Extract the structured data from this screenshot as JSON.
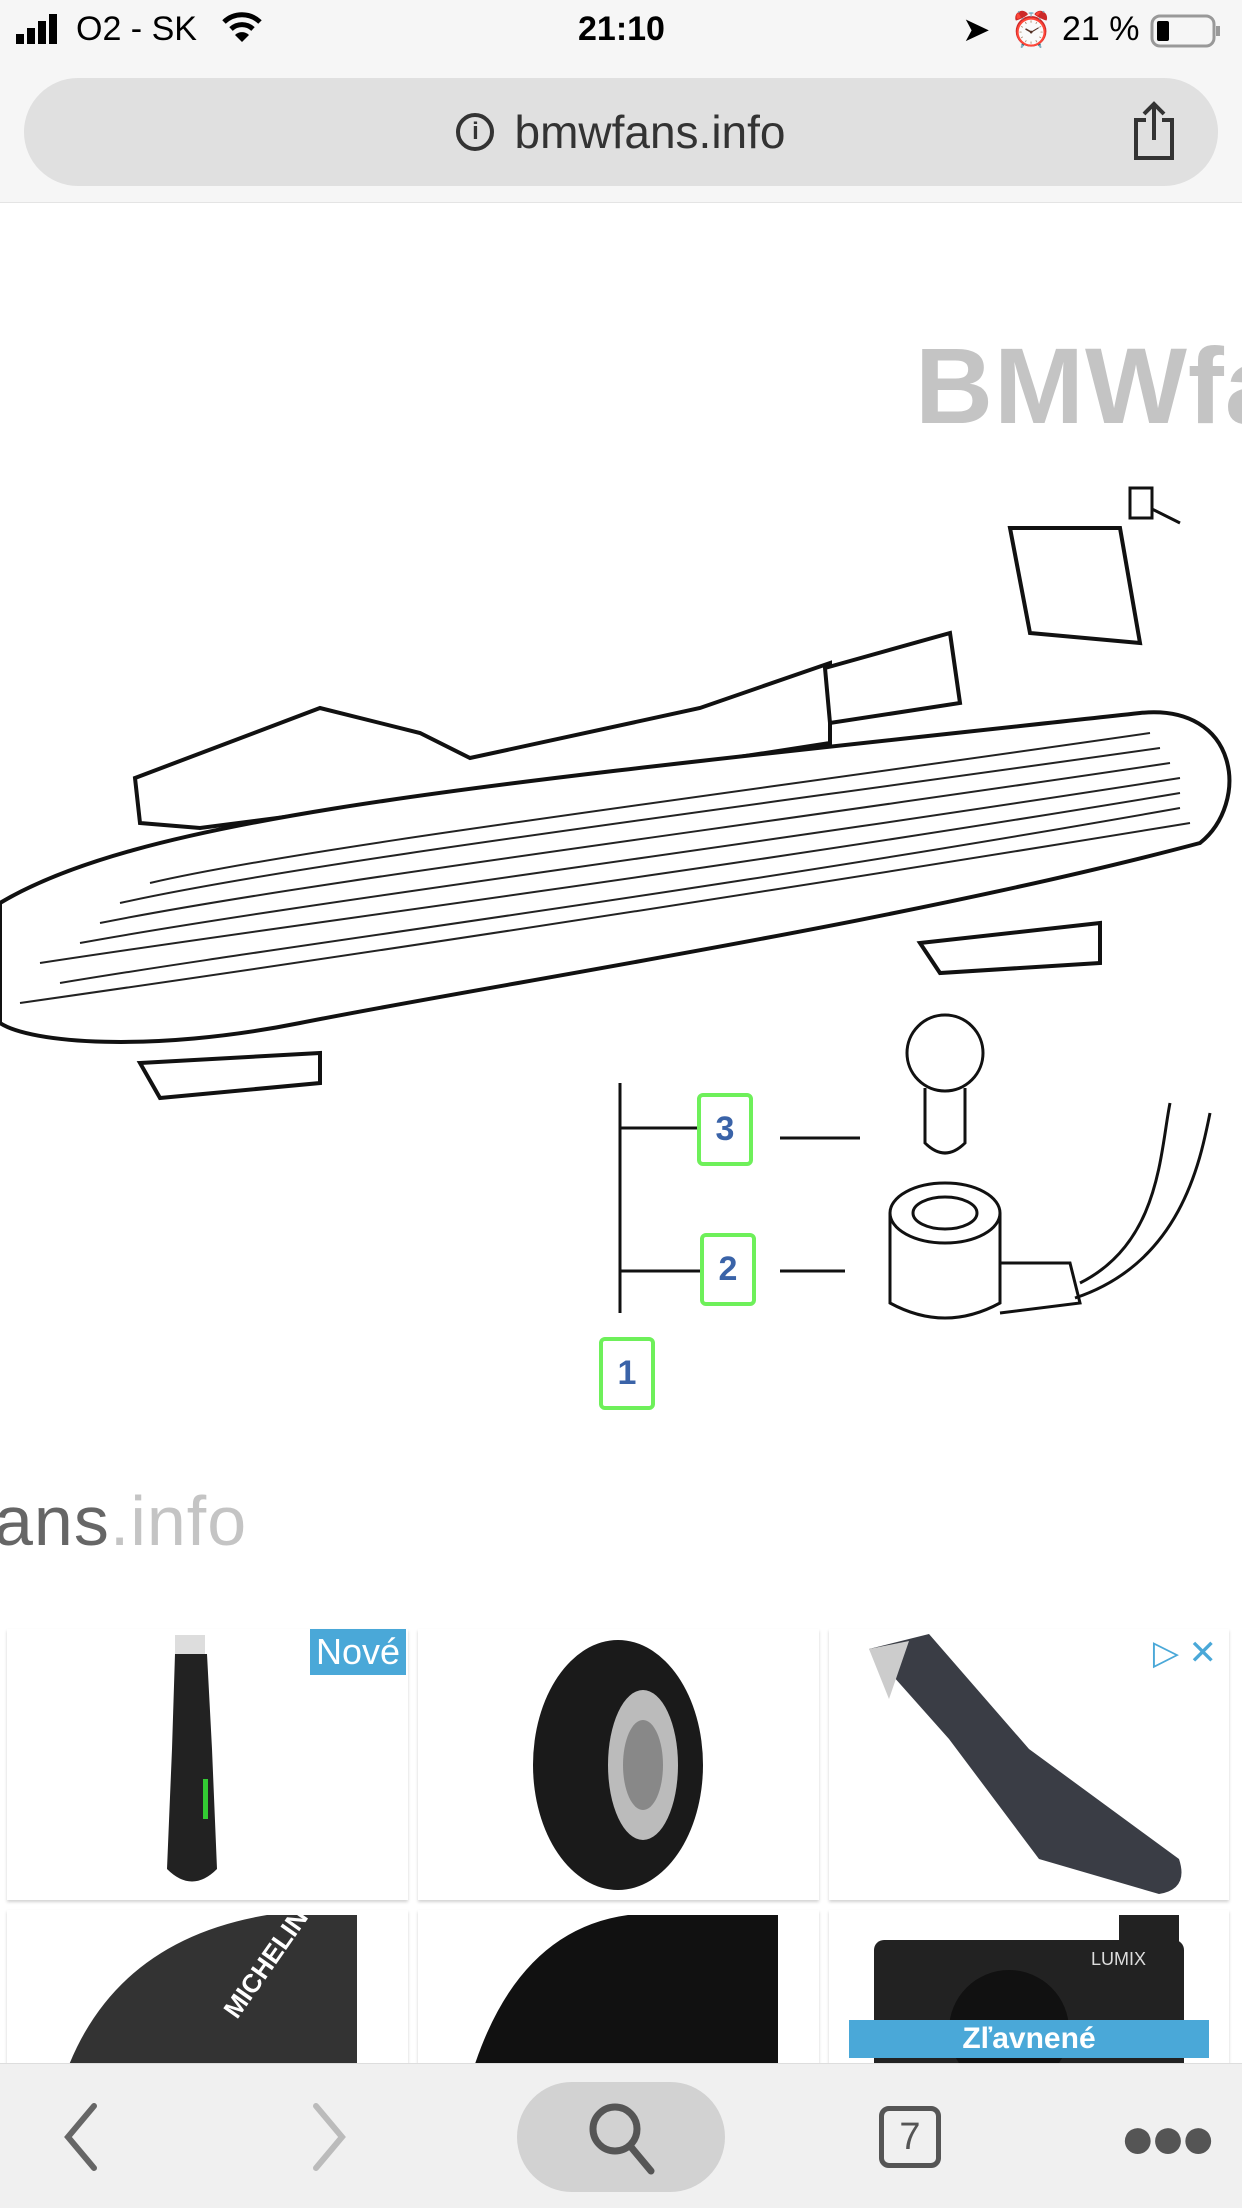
{
  "status_bar": {
    "carrier": "O2 - SK",
    "time": "21:10",
    "battery": "21 %",
    "battery_level": 0.21
  },
  "browser": {
    "url": "bmwfans.info",
    "tab_count": "7"
  },
  "diagram": {
    "watermark_top": "BMWfa",
    "watermark_bottom_dark": "ans",
    "watermark_bottom_light": ".info",
    "callouts": [
      "1",
      "2",
      "3"
    ]
  },
  "ads": {
    "badge_new": "Nové",
    "badge_discount": "Zľavnené",
    "tiles": [
      "hair-clipper",
      "off-road-tire",
      "hair-clipper-angled",
      "michelin-tire",
      "performance-tire",
      "lumix-camera"
    ]
  },
  "tile_labels": {
    "michelin": "MICHELIN",
    "lumix": "LUMIX"
  }
}
